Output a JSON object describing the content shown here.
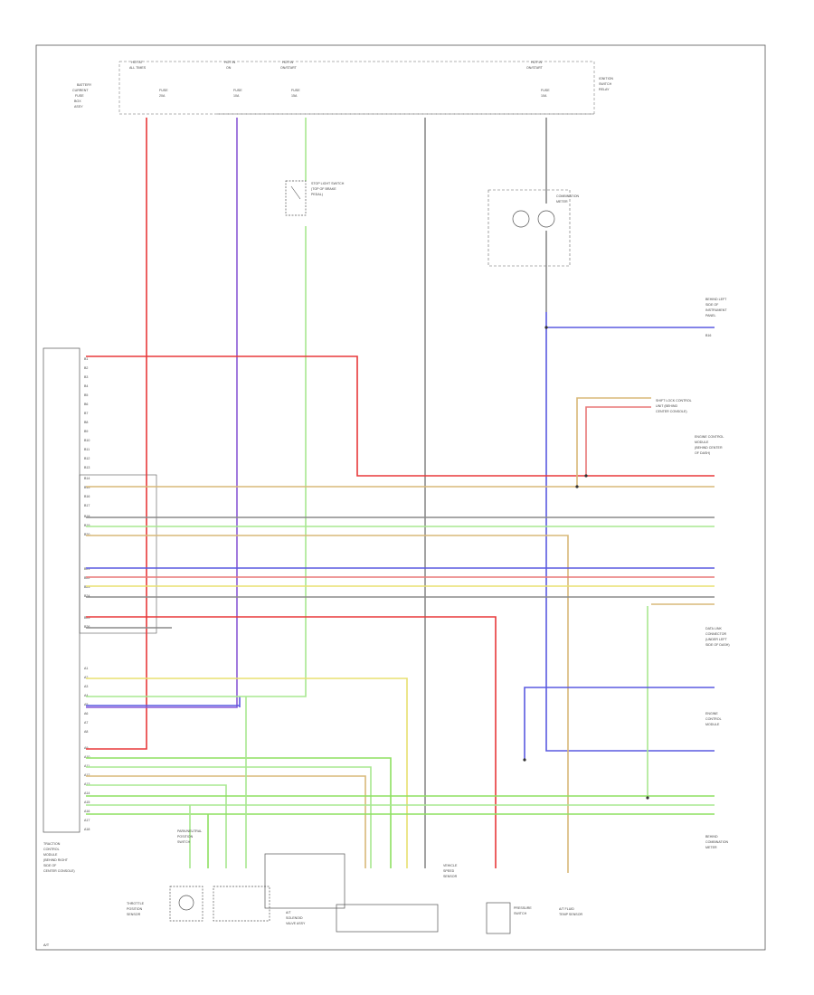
{
  "colors": {
    "red": "#e8393a",
    "pink": "#e87878",
    "violet": "#8a5ad6",
    "blue": "#5a5ae0",
    "green": "#8ee060",
    "lightgreen": "#a8e890",
    "yellow": "#e8e070",
    "tan": "#d8b878",
    "grey": "#8a8a8a",
    "orange": "#e0a060",
    "frame": "#555555"
  },
  "labels": {
    "tcm": "TRACTION CONTROL MODULE",
    "park_neutral": "PARK/NEUTRAL POSITION SWITCH",
    "stop_light": "STOP LIGHT SWITCH",
    "combination_meter": "COMBINATION METER",
    "fuse_left": "HOT AT ALL TIMES",
    "fuse_mid": "HOT IN ON",
    "fuse_right": "HOT IN START",
    "solenoid": "SOLENOID VALVE ASSY",
    "shift_lock": "SHIFT LOCK CONTROL UNIT",
    "tps": "THROTTLE POSITION SENSOR",
    "speed_sensor": "VEHICLE SPEED SENSOR",
    "ecm": "ENGINE CONTROL MODULE",
    "data_link": "DATA LINK CONNECTOR",
    "pressure_sw": "PRESSURE SWITCH",
    "fluid_temp": "FLUID TEMP SENSOR",
    "page_ref": "A/T"
  }
}
